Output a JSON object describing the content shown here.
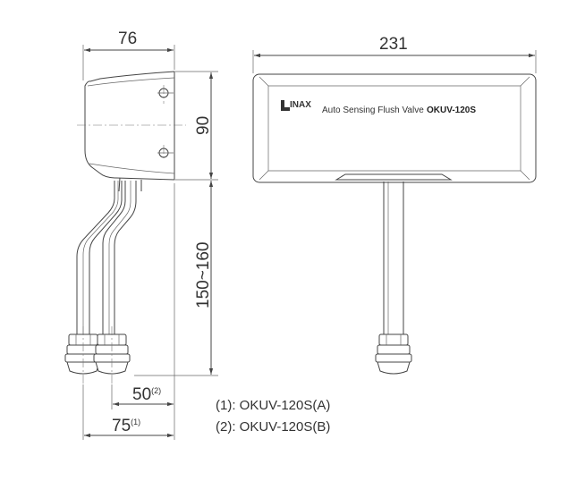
{
  "dimensions": {
    "side_width": "76",
    "front_width": "231",
    "height": "90",
    "pipe_length": "150~160",
    "offset_b": "50",
    "offset_b_note": "(2)",
    "offset_a": "75",
    "offset_a_note": "(1)"
  },
  "product": {
    "brand": "INAX",
    "name": "Auto Sensing Flush Valve",
    "model": "OKUV-120S"
  },
  "notes": [
    "(1): OKUV-120S(A)",
    "(2): OKUV-120S(B)"
  ]
}
